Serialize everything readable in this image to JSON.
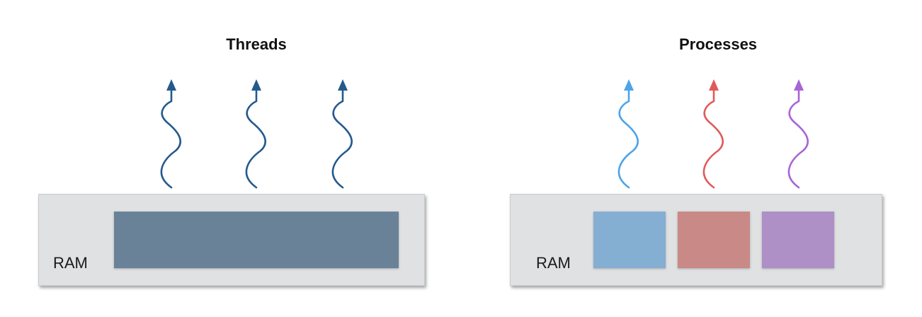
{
  "threads": {
    "title": "Threads",
    "ram_label": "RAM",
    "arrow_color": "#245a8d",
    "memory_color": "#6a8298"
  },
  "processes": {
    "title": "Processes",
    "ram_label": "RAM",
    "arrow_colors": [
      "#4fa3e8",
      "#e05a5a",
      "#a765d6"
    ],
    "memory_colors": [
      "#85aed3",
      "#c98a87",
      "#ae8fc6"
    ]
  }
}
